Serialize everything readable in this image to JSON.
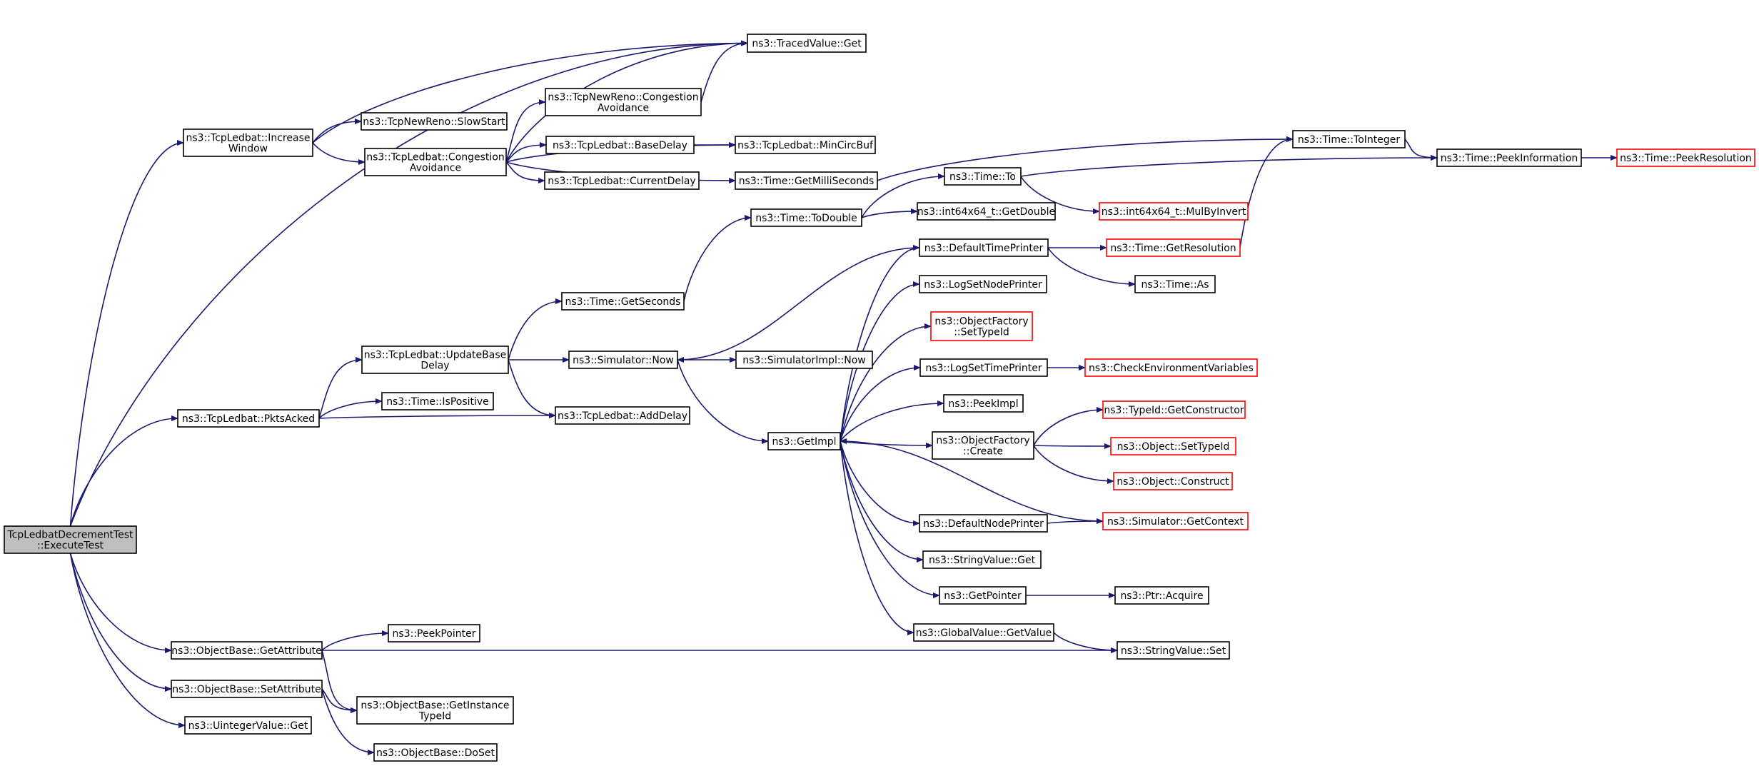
{
  "graph": {
    "colors": {
      "edge": "#191970",
      "node_border": "#000000",
      "truncated_border": "#ff0000",
      "root_fill": "#bfbfbf"
    },
    "nodes": [
      {
        "id": "root",
        "lines": [
          "TcpLedbatDecrementTest",
          "::ExecuteTest"
        ],
        "style": "root"
      },
      {
        "id": "tracedvalue-get",
        "lines": [
          "ns3::TracedValue::Get"
        ],
        "style": "normal"
      },
      {
        "id": "increase-window",
        "lines": [
          "ns3::TcpLedbat::Increase",
          "Window"
        ],
        "style": "normal"
      },
      {
        "id": "newreno-slowstart",
        "lines": [
          "ns3::TcpNewReno::SlowStart"
        ],
        "style": "normal"
      },
      {
        "id": "newreno-congestion",
        "lines": [
          "ns3::TcpNewReno::Congestion",
          "Avoidance"
        ],
        "style": "normal"
      },
      {
        "id": "ledbat-congestion",
        "lines": [
          "ns3::TcpLedbat::Congestion",
          "Avoidance"
        ],
        "style": "normal"
      },
      {
        "id": "ledbat-basedelay",
        "lines": [
          "ns3::TcpLedbat::BaseDelay"
        ],
        "style": "normal"
      },
      {
        "id": "ledbat-mincircbuf",
        "lines": [
          "ns3::TcpLedbat::MinCircBuf"
        ],
        "style": "normal"
      },
      {
        "id": "ledbat-currentdelay",
        "lines": [
          "ns3::TcpLedbat::CurrentDelay"
        ],
        "style": "normal"
      },
      {
        "id": "time-getmilliseconds",
        "lines": [
          "ns3::Time::GetMilliSeconds"
        ],
        "style": "normal"
      },
      {
        "id": "time-tointeger",
        "lines": [
          "ns3::Time::ToInteger"
        ],
        "style": "normal"
      },
      {
        "id": "time-peekinformation",
        "lines": [
          "ns3::Time::PeekInformation"
        ],
        "style": "normal"
      },
      {
        "id": "time-peekresolution",
        "lines": [
          "ns3::Time::PeekResolution"
        ],
        "style": "red"
      },
      {
        "id": "time-to",
        "lines": [
          "ns3::Time::To"
        ],
        "style": "normal"
      },
      {
        "id": "time-todouble",
        "lines": [
          "ns3::Time::ToDouble"
        ],
        "style": "normal"
      },
      {
        "id": "int64-getdouble",
        "lines": [
          "ns3::int64x64_t::GetDouble"
        ],
        "style": "normal"
      },
      {
        "id": "int64-mulbyinvert",
        "lines": [
          "ns3::int64x64_t::MulByInvert"
        ],
        "style": "red"
      },
      {
        "id": "default-time-printer",
        "lines": [
          "ns3::DefaultTimePrinter"
        ],
        "style": "normal"
      },
      {
        "id": "time-getresolution",
        "lines": [
          "ns3::Time::GetResolution"
        ],
        "style": "red"
      },
      {
        "id": "time-as",
        "lines": [
          "ns3::Time::As"
        ],
        "style": "normal"
      },
      {
        "id": "time-getseconds",
        "lines": [
          "ns3::Time::GetSeconds"
        ],
        "style": "normal"
      },
      {
        "id": "log-set-node-printer",
        "lines": [
          "ns3::LogSetNodePrinter"
        ],
        "style": "normal"
      },
      {
        "id": "objectfactory-settypeid",
        "lines": [
          "ns3::ObjectFactory",
          "::SetTypeId"
        ],
        "style": "red"
      },
      {
        "id": "ledbat-updatebasedelay",
        "lines": [
          "ns3::TcpLedbat::UpdateBase",
          "Delay"
        ],
        "style": "normal"
      },
      {
        "id": "simulator-now",
        "lines": [
          "ns3::Simulator::Now"
        ],
        "style": "normal"
      },
      {
        "id": "simulatorimpl-now",
        "lines": [
          "ns3::SimulatorImpl::Now"
        ],
        "style": "normal"
      },
      {
        "id": "log-set-time-printer",
        "lines": [
          "ns3::LogSetTimePrinter"
        ],
        "style": "normal"
      },
      {
        "id": "check-env-vars",
        "lines": [
          "ns3::CheckEnvironmentVariables"
        ],
        "style": "red"
      },
      {
        "id": "time-ispositive",
        "lines": [
          "ns3::Time::IsPositive"
        ],
        "style": "normal"
      },
      {
        "id": "peekimpl",
        "lines": [
          "ns3::PeekImpl"
        ],
        "style": "normal"
      },
      {
        "id": "typeid-getconstructor",
        "lines": [
          "ns3::TypeId::GetConstructor"
        ],
        "style": "red"
      },
      {
        "id": "ledbat-pktsacked",
        "lines": [
          "ns3::TcpLedbat::PktsAcked"
        ],
        "style": "normal"
      },
      {
        "id": "ledbat-adddelay",
        "lines": [
          "ns3::TcpLedbat::AddDelay"
        ],
        "style": "normal"
      },
      {
        "id": "getimpl",
        "lines": [
          "ns3::GetImpl"
        ],
        "style": "normal"
      },
      {
        "id": "objectfactory-create",
        "lines": [
          "ns3::ObjectFactory",
          "::Create"
        ],
        "style": "normal"
      },
      {
        "id": "object-settypeid",
        "lines": [
          "ns3::Object::SetTypeId"
        ],
        "style": "red"
      },
      {
        "id": "object-construct",
        "lines": [
          "ns3::Object::Construct"
        ],
        "style": "red"
      },
      {
        "id": "default-node-printer",
        "lines": [
          "ns3::DefaultNodePrinter"
        ],
        "style": "normal"
      },
      {
        "id": "simulator-getcontext",
        "lines": [
          "ns3::Simulator::GetContext"
        ],
        "style": "red"
      },
      {
        "id": "stringvalue-get",
        "lines": [
          "ns3::StringValue::Get"
        ],
        "style": "normal"
      },
      {
        "id": "getpointer",
        "lines": [
          "ns3::GetPointer"
        ],
        "style": "normal"
      },
      {
        "id": "ptr-acquire",
        "lines": [
          "ns3::Ptr::Acquire"
        ],
        "style": "normal"
      },
      {
        "id": "globalvalue-getvalue",
        "lines": [
          "ns3::GlobalValue::GetValue"
        ],
        "style": "normal"
      },
      {
        "id": "stringvalue-set",
        "lines": [
          "ns3::StringValue::Set"
        ],
        "style": "normal"
      },
      {
        "id": "objectbase-getattribute",
        "lines": [
          "ns3::ObjectBase::GetAttribute"
        ],
        "style": "normal"
      },
      {
        "id": "peekpointer",
        "lines": [
          "ns3::PeekPointer"
        ],
        "style": "normal"
      },
      {
        "id": "objectbase-setattribute",
        "lines": [
          "ns3::ObjectBase::SetAttribute"
        ],
        "style": "normal"
      },
      {
        "id": "objectbase-getinstancetypeid",
        "lines": [
          "ns3::ObjectBase::GetInstance",
          "TypeId"
        ],
        "style": "normal"
      },
      {
        "id": "uintegervalue-get",
        "lines": [
          "ns3::UintegerValue::Get"
        ],
        "style": "normal"
      },
      {
        "id": "objectbase-doset",
        "lines": [
          "ns3::ObjectBase::DoSet"
        ],
        "style": "normal"
      }
    ],
    "edges": [
      [
        "root",
        "tracedvalue-get"
      ],
      [
        "root",
        "increase-window"
      ],
      [
        "root",
        "ledbat-pktsacked"
      ],
      [
        "root",
        "objectbase-getattribute"
      ],
      [
        "root",
        "objectbase-setattribute"
      ],
      [
        "root",
        "uintegervalue-get"
      ],
      [
        "increase-window",
        "tracedvalue-get"
      ],
      [
        "increase-window",
        "newreno-slowstart"
      ],
      [
        "increase-window",
        "ledbat-congestion"
      ],
      [
        "ledbat-congestion",
        "tracedvalue-get"
      ],
      [
        "ledbat-congestion",
        "newreno-congestion"
      ],
      [
        "ledbat-congestion",
        "ledbat-basedelay"
      ],
      [
        "ledbat-congestion",
        "ledbat-currentdelay"
      ],
      [
        "ledbat-congestion",
        "ledbat-mincircbuf"
      ],
      [
        "ledbat-congestion",
        "time-getmilliseconds"
      ],
      [
        "newreno-congestion",
        "tracedvalue-get"
      ],
      [
        "ledbat-basedelay",
        "ledbat-mincircbuf"
      ],
      [
        "time-getmilliseconds",
        "time-tointeger"
      ],
      [
        "time-tointeger",
        "time-peekinformation"
      ],
      [
        "time-peekinformation",
        "time-peekresolution"
      ],
      [
        "time-to",
        "time-peekinformation"
      ],
      [
        "time-to",
        "int64-mulbyinvert"
      ],
      [
        "time-todouble",
        "time-to"
      ],
      [
        "time-todouble",
        "int64-getdouble"
      ],
      [
        "time-getseconds",
        "time-todouble"
      ],
      [
        "default-time-printer",
        "time-getresolution"
      ],
      [
        "default-time-printer",
        "time-as"
      ],
      [
        "default-time-printer",
        "simulator-now"
      ],
      [
        "time-getresolution",
        "time-tointeger"
      ],
      [
        "ledbat-pktsacked",
        "ledbat-updatebasedelay"
      ],
      [
        "ledbat-pktsacked",
        "time-ispositive"
      ],
      [
        "ledbat-pktsacked",
        "ledbat-adddelay"
      ],
      [
        "ledbat-updatebasedelay",
        "time-getseconds"
      ],
      [
        "ledbat-updatebasedelay",
        "simulator-now"
      ],
      [
        "ledbat-updatebasedelay",
        "ledbat-adddelay"
      ],
      [
        "simulator-now",
        "simulatorimpl-now"
      ],
      [
        "simulator-now",
        "getimpl"
      ],
      [
        "getimpl",
        "default-time-printer"
      ],
      [
        "getimpl",
        "log-set-node-printer"
      ],
      [
        "getimpl",
        "objectfactory-settypeid"
      ],
      [
        "getimpl",
        "log-set-time-printer"
      ],
      [
        "getimpl",
        "peekimpl"
      ],
      [
        "getimpl",
        "objectfactory-create"
      ],
      [
        "getimpl",
        "default-node-printer"
      ],
      [
        "getimpl",
        "stringvalue-get"
      ],
      [
        "getimpl",
        "getpointer"
      ],
      [
        "getimpl",
        "globalvalue-getvalue"
      ],
      [
        "log-set-time-printer",
        "check-env-vars"
      ],
      [
        "objectfactory-create",
        "typeid-getconstructor"
      ],
      [
        "objectfactory-create",
        "object-settypeid"
      ],
      [
        "objectfactory-create",
        "object-construct"
      ],
      [
        "default-node-printer",
        "simulator-getcontext"
      ],
      [
        "simulator-getcontext",
        "getimpl"
      ],
      [
        "getpointer",
        "ptr-acquire"
      ],
      [
        "globalvalue-getvalue",
        "stringvalue-set"
      ],
      [
        "objectbase-getattribute",
        "peekpointer"
      ],
      [
        "objectbase-getattribute",
        "objectbase-getinstancetypeid"
      ],
      [
        "objectbase-getattribute",
        "stringvalue-set"
      ],
      [
        "objectbase-setattribute",
        "objectbase-getinstancetypeid"
      ],
      [
        "objectbase-setattribute",
        "objectbase-doset"
      ]
    ]
  }
}
